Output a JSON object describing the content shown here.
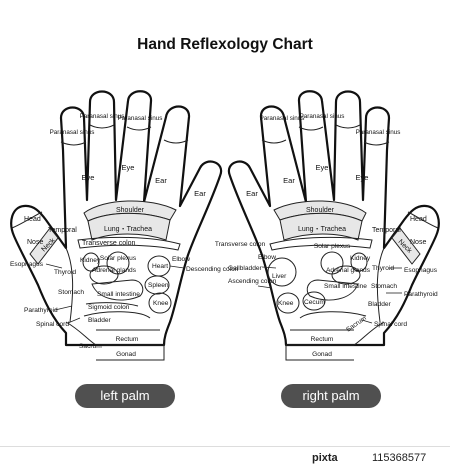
{
  "title": "Hand Reflexology Chart",
  "left_hand": {
    "label": "left palm",
    "zones": {
      "paranasal_1": "Paranasal sinus",
      "paranasal_2": "Paranasal sinus",
      "paranasal_3": "Paranasal sinus",
      "eye_index": "Eye",
      "eye_middle": "Eye",
      "ear_ring": "Ear",
      "ear_little": "Ear",
      "head": "Head",
      "nose": "Nose",
      "temporal": "Temporal",
      "neck": "Neck",
      "shoulder": "Shoulder",
      "lung_trachea": "Lung・Trachea",
      "transverse_colon": "Transverse colon",
      "kidney": "Kidney",
      "solar_plexus": "Solar plexus",
      "heart": "Heart",
      "elbow": "Elbow",
      "descending_colon": "Descending colon",
      "esophagus": "Esophagus",
      "thyroid": "Thyroid",
      "adrenal_glands": "Adrenal glands",
      "spleen": "Spleen",
      "stomach": "Stomach",
      "small_intestine": "Small intestine",
      "parathyroid": "Parathyroid",
      "sigmoid_colon": "Sigmoid colon",
      "knee": "Knee",
      "bladder": "Bladder",
      "spinal_cord": "Spinal cord",
      "sacrum": "Sacrum",
      "rectum": "Rectum",
      "gonad": "Gonad"
    }
  },
  "right_hand": {
    "label": "right palm",
    "zones": {
      "paranasal_1": "Paranasal sinus",
      "paranasal_2": "Paranasal sinus",
      "paranasal_3": "Paranasal sinus",
      "eye_index": "Eye",
      "eye_middle": "Eye",
      "ear_ring": "Ear",
      "ear_little": "Ear",
      "head": "Head",
      "nose": "Nose",
      "temporal": "Temporal",
      "neck": "Neck",
      "shoulder": "Shoulder",
      "lung_trachea": "Lung・Trachea",
      "transverse_colon": "Transverse colon",
      "solar_plexus": "Solar plexus",
      "elbow": "Elbow",
      "gallbladder": "Gallbladder",
      "liver": "Liver",
      "kidney": "Kidney",
      "esophagus": "Esophagus",
      "adrenal_glands": "Adrenal glands",
      "ascending_colon": "Ascending colon",
      "thyroid": "Thyroid",
      "small_intestine": "Small intestine",
      "stomach": "Stomach",
      "parathyroid": "Parathyroid",
      "knee": "Knee",
      "cecum": "Cecum",
      "bladder": "Bladder",
      "spinal_cord": "Spinal cord",
      "sacrum": "Sacrum",
      "rectum": "Rectum",
      "gonad": "Gonad"
    }
  },
  "credit": {
    "brand": "pixta",
    "id": "115368577"
  }
}
